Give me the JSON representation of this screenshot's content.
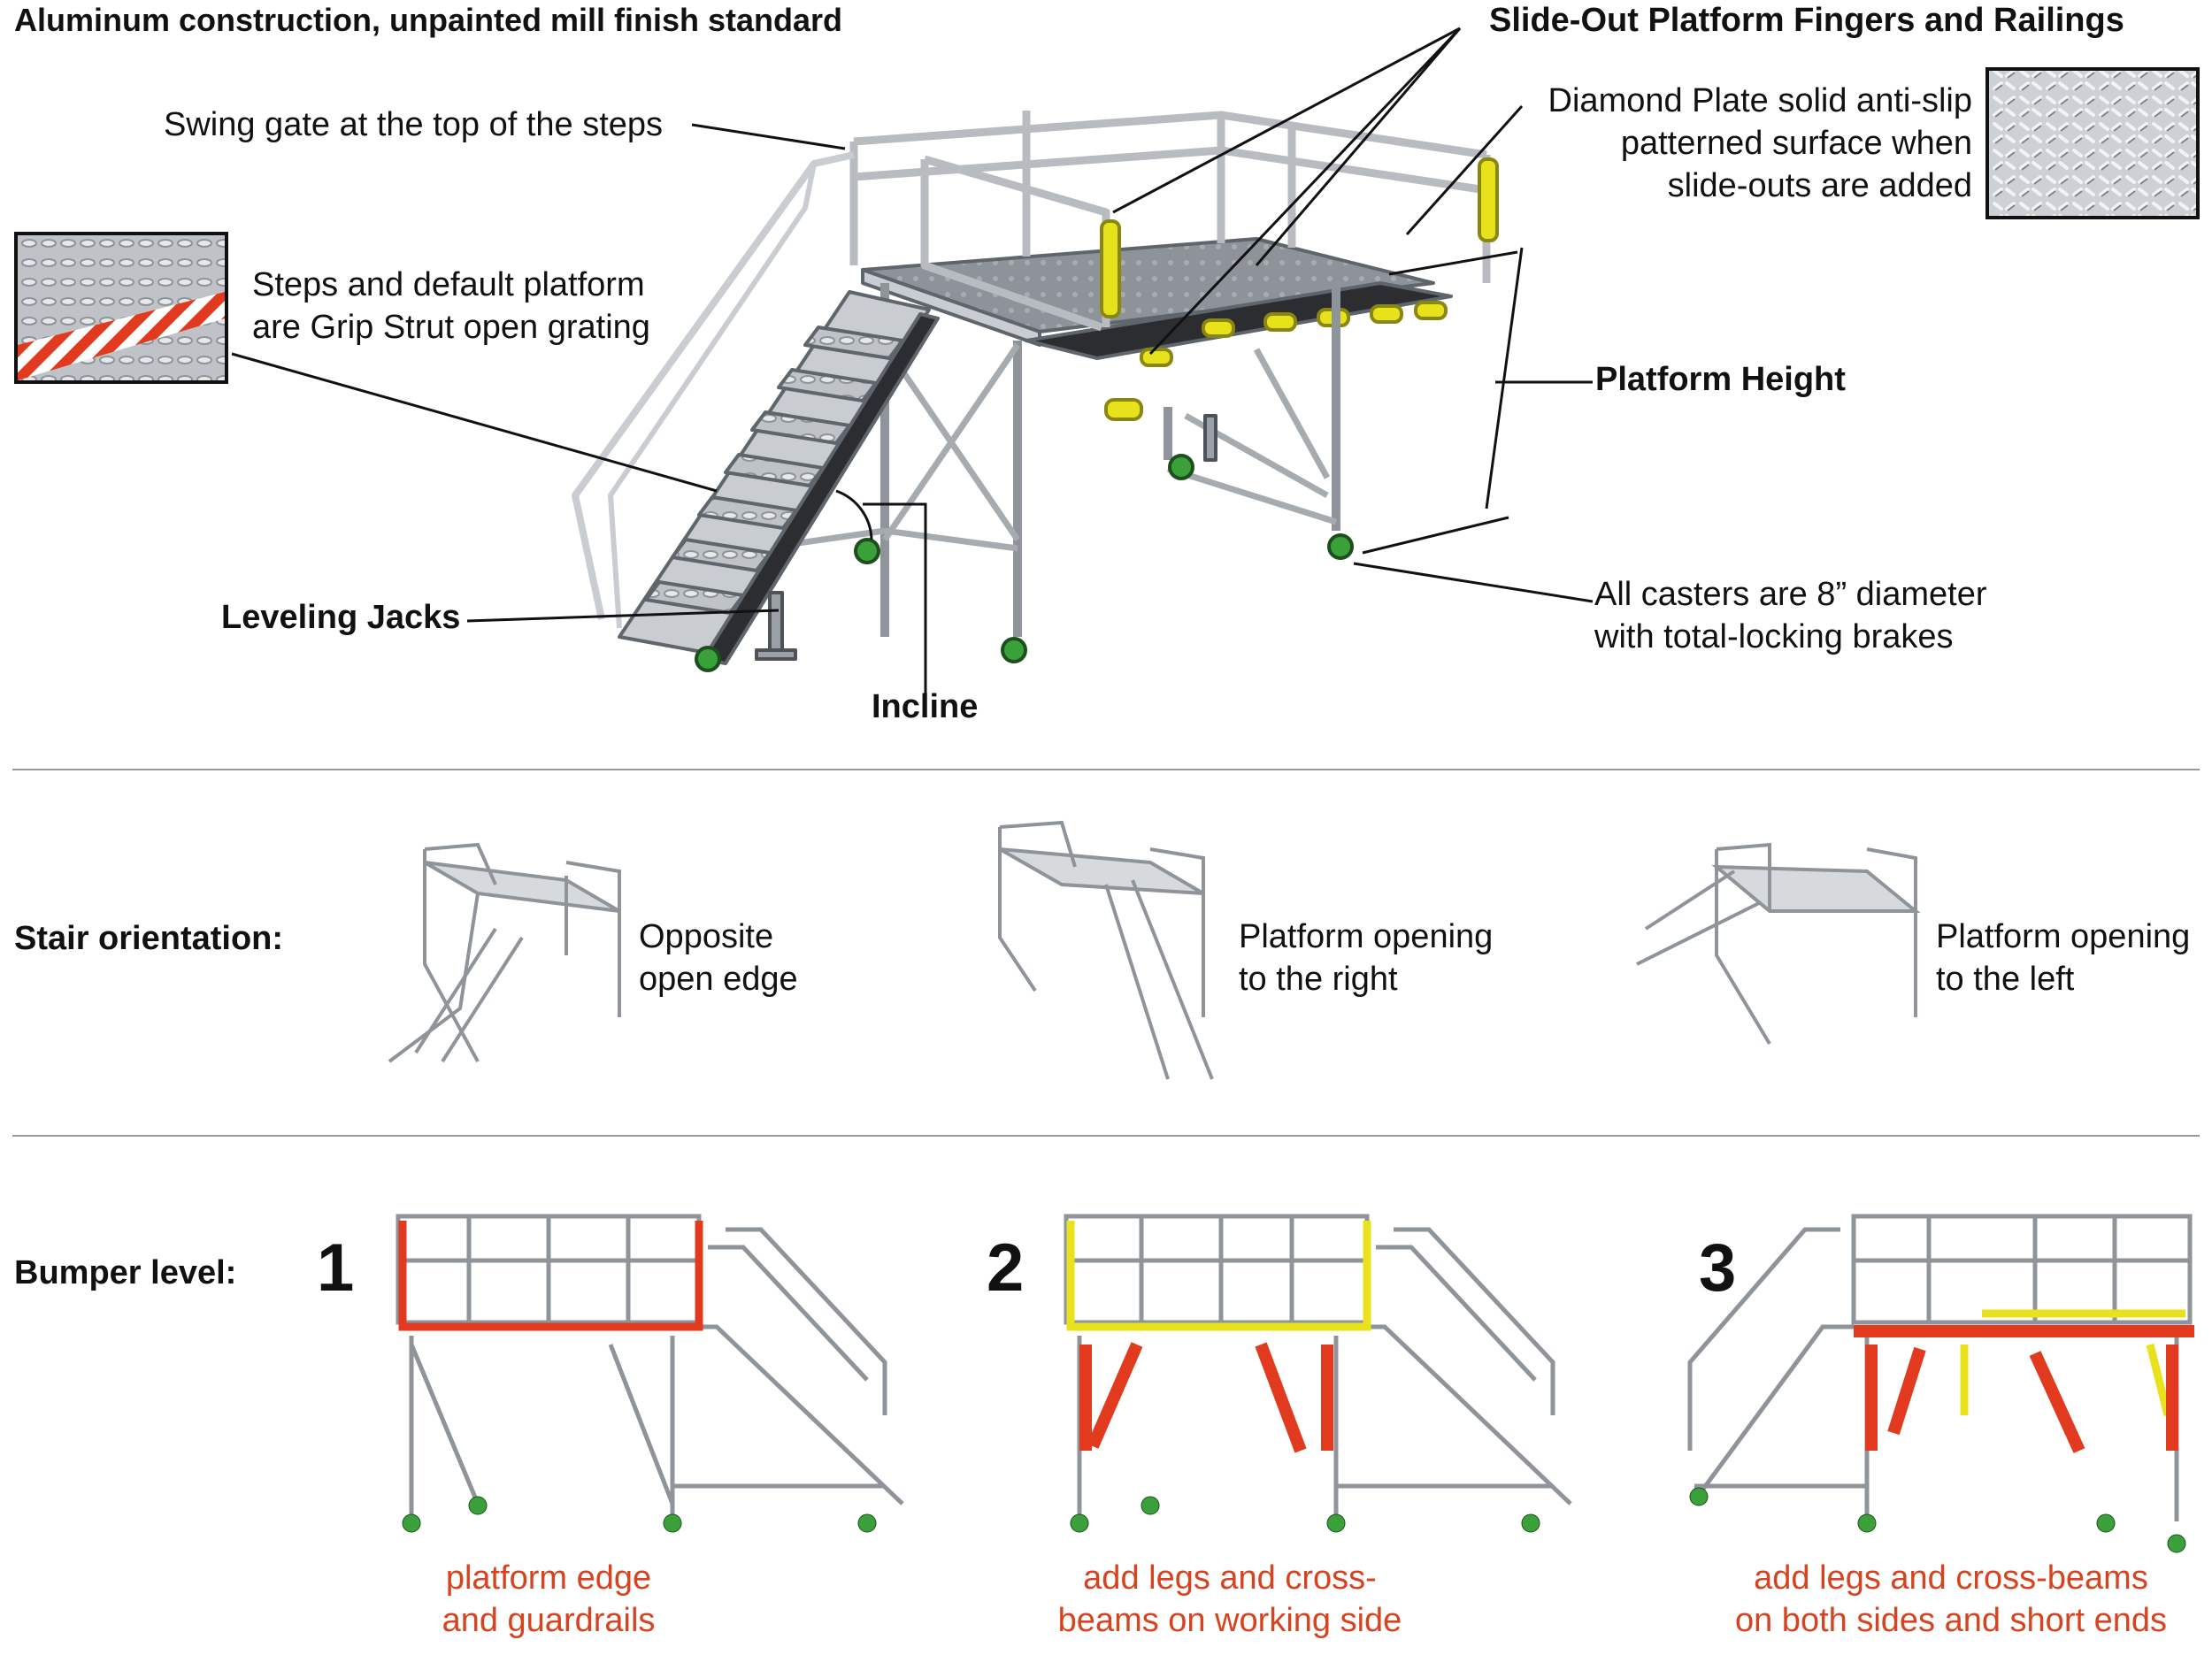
{
  "header": {
    "title": "Aluminum construction, unpainted mill finish standard"
  },
  "callouts": {
    "slide_out": "Slide-Out Platform Fingers and Railings",
    "swing_gate": "Swing gate at the top of the steps",
    "diamond_plate": [
      "Diamond Plate solid anti-slip",
      "patterned surface when",
      "slide-outs are added"
    ],
    "grip_strut": [
      "Steps and default platform",
      "are Grip Strut open grating"
    ],
    "platform_height": "Platform Height",
    "leveling_jacks": "Leveling Jacks",
    "incline": "Incline",
    "casters": [
      "All casters are 8” diameter",
      "with total-locking brakes"
    ]
  },
  "stair_orientation": {
    "label": "Stair orientation:",
    "options": [
      {
        "lines": [
          "Opposite",
          "open edge"
        ]
      },
      {
        "lines": [
          "Platform opening",
          "to the right"
        ]
      },
      {
        "lines": [
          "Platform opening",
          "to the left"
        ]
      }
    ]
  },
  "bumper_level": {
    "label": "Bumper level:",
    "levels": [
      {
        "number": "1",
        "lines": [
          "platform edge",
          "and guardrails"
        ]
      },
      {
        "number": "2",
        "lines": [
          "add legs and cross-",
          "beams on working side"
        ]
      },
      {
        "number": "3",
        "lines": [
          "add legs and cross-beams",
          "on both sides and short ends"
        ]
      }
    ]
  },
  "colors": {
    "accent_red": "#d8431f",
    "bumper_red": "#e23a1e",
    "bumper_yellow": "#e8e21c",
    "frame": "#c9ccd0",
    "frame_dark": "#5f656c",
    "caster_green": "#3aa13a"
  }
}
